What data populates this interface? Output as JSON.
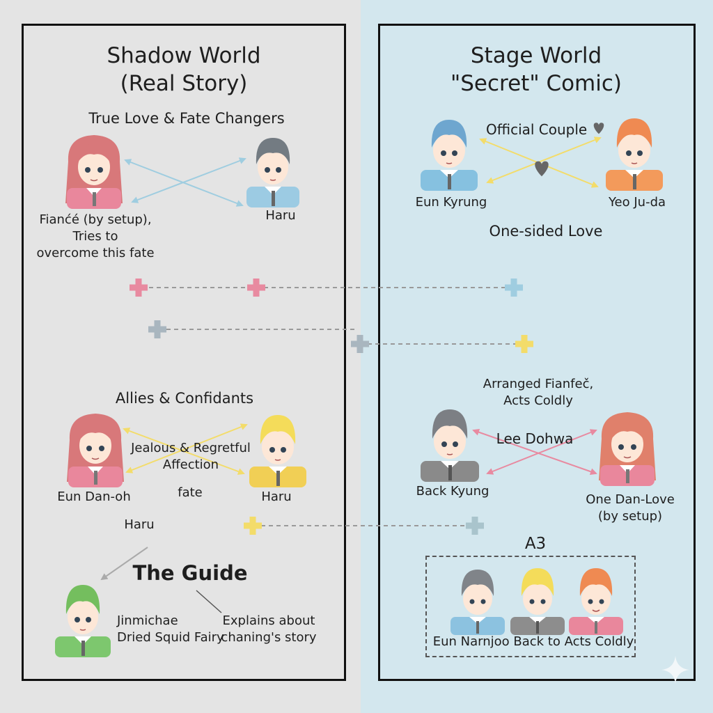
{
  "shadow": {
    "title_line1": "Shadow World",
    "title_line2": "(Real Story)",
    "section1": "True Love & Fate Changers",
    "girl1_label": "Fianćé (by setup),\nTries to\novercome this fate",
    "boy1_label": "Haru",
    "section2": "Allies & Confidants",
    "mid_label": "Jealous & Regretful\nAffection",
    "fate_label": "fate",
    "girl2_label": "Eun Dan-oh",
    "boy2_label": "Haru",
    "haru_label": "Haru",
    "guide_title": "The Guide",
    "guide_name": "Jinmichae\nDried Squid Fairy",
    "guide_desc": "Explains about\nchaning's story"
  },
  "stage": {
    "title_line1": "Stage World",
    "title_line2": "\"Secret\" Comic)",
    "official_couple": "Official Couple",
    "boy_blue_label": "Eun Kyrung",
    "boy_orange_label": "Yeo Ju-da",
    "one_sided": "One-sided Love",
    "arranged": "Arranged Fianfeč,\nActs Coldly",
    "lee_dohwa": "Lee Dohwa",
    "back_kyung": "Back Kyung",
    "one_dan": "One Dan-Love\n(by setup)",
    "group_title": "A3",
    "group_names": "Eun Narnjoo Back to Acts Coldly"
  },
  "colors": {
    "left_bg": "#e4e4e4",
    "right_bg": "#d3e7ee",
    "pink": "#e88aa0",
    "blue": "#9fcde0",
    "yellow": "#f3dc6a",
    "gray": "#a9b6bf",
    "dark_gray": "#555555"
  },
  "icons": [
    "plus-icon",
    "heart-icon",
    "sparkle-icon"
  ]
}
